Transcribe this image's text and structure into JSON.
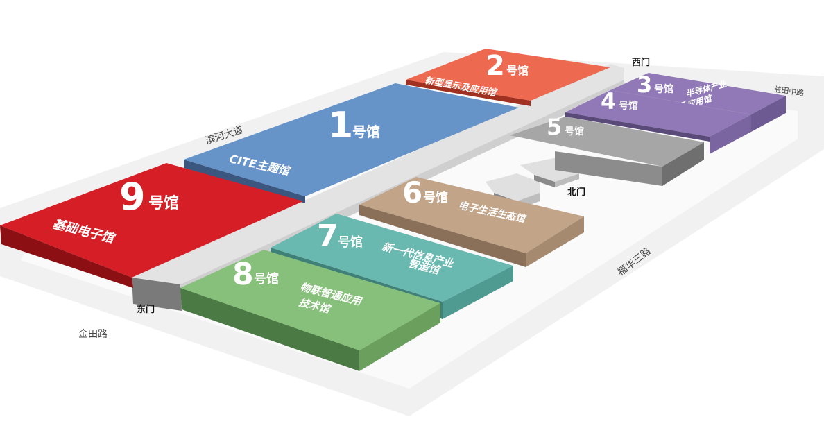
{
  "halls": {
    "h1": {
      "number": "1",
      "suffix": "号馆",
      "label": "CITE主题馆",
      "color": "#6693c8"
    },
    "h2": {
      "number": "2",
      "suffix": "号馆",
      "label": "新型显示及应用馆",
      "color": "#ed6a50"
    },
    "h3": {
      "number": "3",
      "suffix": "号馆",
      "label_line1": "半导体产业",
      "label_line2": "及应用馆",
      "color": "#9079b6"
    },
    "h4": {
      "number": "4",
      "suffix": "号馆",
      "color": "#9079b6"
    },
    "h5": {
      "number": "5",
      "suffix": "号馆",
      "color": "#a6a6a6"
    },
    "h6": {
      "number": "6",
      "suffix": "号馆",
      "label": "电子生活生态馆",
      "color": "#c2a489"
    },
    "h7": {
      "number": "7",
      "suffix": "号馆",
      "label_line1": "新一代信息产业",
      "label_line2": "智造馆",
      "color": "#69b9b0"
    },
    "h8": {
      "number": "8",
      "suffix": "号馆",
      "label_line1": "物联智通应用",
      "label_line2": "技术馆",
      "color": "#86c07a"
    },
    "h9": {
      "number": "9",
      "suffix": "号馆",
      "label": "基础电子馆",
      "color": "#d51e26"
    }
  },
  "gates": {
    "west": "西门",
    "north": "北门",
    "east": "东门"
  },
  "roads": {
    "binhe": "滨河大道",
    "yitian": "益田中路",
    "fuhua": "福华三路",
    "jintian": "金田路"
  }
}
